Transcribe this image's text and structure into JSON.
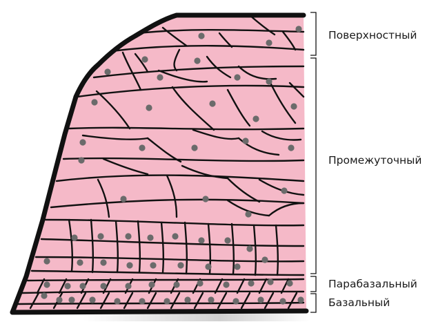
{
  "colors": {
    "tissue": "#f5b9c8",
    "cell_border": "#111111",
    "nucleus": "#6b6b6b",
    "shadow": "#c9c9c9"
  },
  "layers": [
    {
      "id": "superficial",
      "label": "Поверхностный"
    },
    {
      "id": "intermediate",
      "label": "Промежуточный"
    },
    {
      "id": "parabasal",
      "label": "Парабазальный"
    },
    {
      "id": "basal",
      "label": "Базальный"
    }
  ]
}
